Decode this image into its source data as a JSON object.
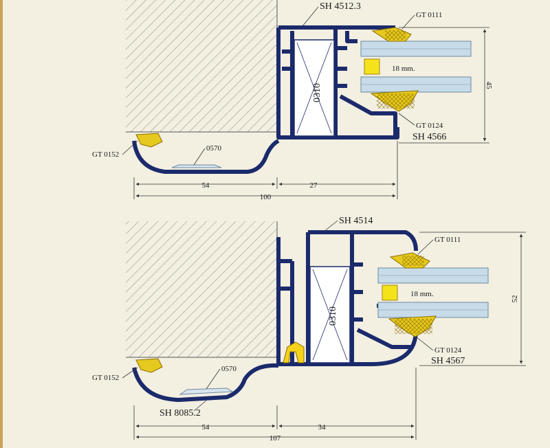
{
  "colors": {
    "background": "#f3efe1",
    "profile": "#1b2a6b",
    "gasket": "#e6c91e",
    "glass": "#c7dbe8",
    "spacer": "#f4e21b",
    "hatch": "#8a8a8a",
    "dimension": "#333333"
  },
  "top": {
    "profile_main": "SH 4512.3",
    "profile_sash": "SH 4566",
    "gasket_top": "GT 0111",
    "gasket_bottom": "GT 0124",
    "gasket_left": "GT 0152",
    "insert_code": "0570",
    "bridge_code": "0310",
    "glass_label": "18 mm.",
    "dim_left": "54",
    "dim_right": "27",
    "dim_total": "100",
    "dim_height": "45"
  },
  "bottom": {
    "profile_main": "SH 4514",
    "profile_sash": "SH 4567",
    "profile_cover": "SH 8085.2",
    "gasket_top": "GT 0111",
    "gasket_bottom": "GT 0124",
    "gasket_left": "GT 0152",
    "insert_code": "0570",
    "bridge_code": "0310",
    "glass_label": "18 mm.",
    "dim_left": "54",
    "dim_right": "34",
    "dim_total": "107",
    "dim_height": "52"
  }
}
